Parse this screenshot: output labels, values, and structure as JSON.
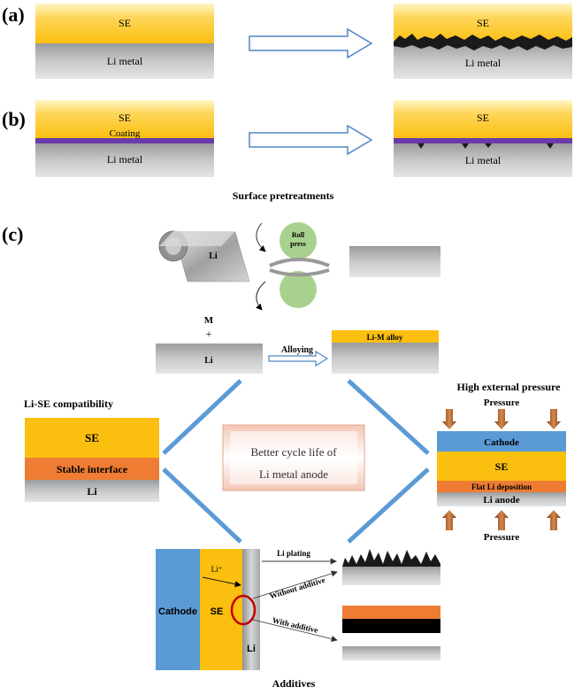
{
  "panel_labels": {
    "a": "(a)",
    "b": "(b)",
    "c": "(c)"
  },
  "panel_a": {
    "left": {
      "top": "SE",
      "bottom": "Li metal"
    },
    "right": {
      "top": "SE",
      "bottom": "Li metal"
    }
  },
  "panel_b": {
    "left": {
      "top": "SE",
      "coating": "Coating",
      "bottom": "Li metal"
    },
    "right": {
      "top": "SE",
      "bottom": "Li metal"
    }
  },
  "surface_pretreatments": {
    "title": "Surface pretreatments",
    "foil_label": "Li",
    "roll_label": "Roll press"
  },
  "alloying": {
    "m_label": "M",
    "plus_label": "+",
    "li_label": "Li",
    "arrow_label": "Alloying",
    "result_label": "Li-M alloy"
  },
  "li_se": {
    "title": "Li-SE compatibility",
    "top": "SE",
    "middle": "Stable interface",
    "bottom": "Li"
  },
  "center": {
    "line1": "Better cycle life of",
    "line2": "Li metal anode"
  },
  "pressure": {
    "title": "High external pressure",
    "top_label": "Pressure",
    "bottom_label": "Pressure",
    "cathode": "Cathode",
    "se": "SE",
    "flat": "Flat Li deposition",
    "anode": "Li anode"
  },
  "additives": {
    "title": "Additives",
    "cathode": "Cathode",
    "se": "SE",
    "li": "Li",
    "li_ion": "Li⁺",
    "plating": "Li plating",
    "without": "Without additive",
    "with": "With additive"
  },
  "colors": {
    "se_yellow": "#fbbf0f",
    "li_gray": "#b9bbbd",
    "coating_purple": "#6a3aa8",
    "interface_orange": "#ee7d33",
    "cathode_blue": "#5b9bd5",
    "connector_blue": "#5b9bd5",
    "roller_green": "#a9d18e",
    "pressure_arrow": "#a0522d"
  }
}
